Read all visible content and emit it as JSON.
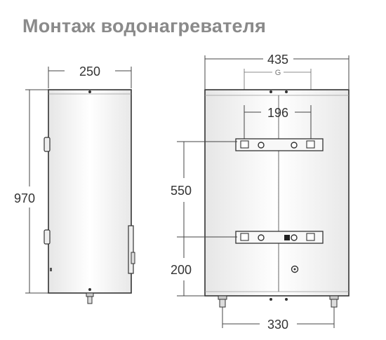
{
  "title": "Монтаж водонагревателя",
  "side_view": {
    "width_label": "250",
    "height_label": "970"
  },
  "front_view": {
    "width_label": "435",
    "gap_label": "G",
    "bracket_span_label": "196",
    "bracket_spacing_label": "550",
    "bottom_bracket_label": "200",
    "pipe_spacing_label": "330"
  },
  "colors": {
    "title": "#8a8a8a",
    "line": "#333333",
    "body_fill": "#f4f4f4"
  }
}
